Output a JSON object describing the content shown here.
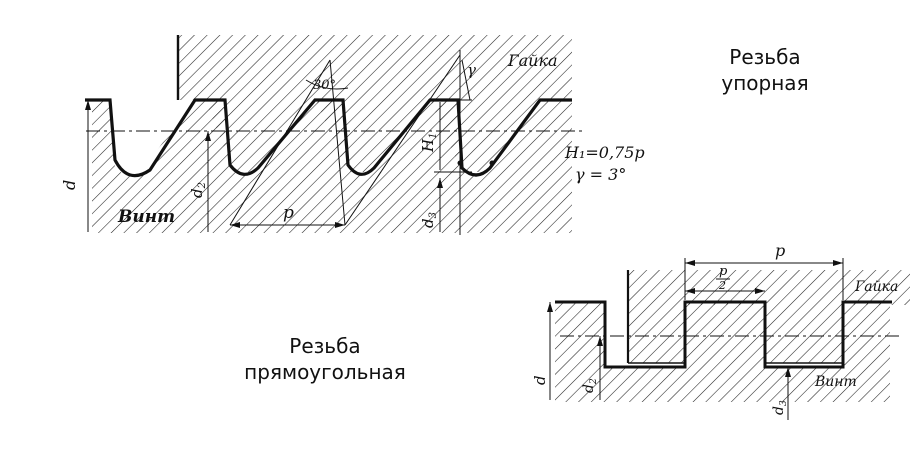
{
  "captions": {
    "buttress_line1": "Резьба",
    "buttress_line2": "упорная",
    "square_line1": "Резьба",
    "square_line2": "прямоугольная"
  },
  "buttress": {
    "nut_label": "Гайка",
    "screw_label": "Винт",
    "angle_label": "30°",
    "gamma_label": "γ",
    "h1_label": "H",
    "h1_sub": "1",
    "formula_h1": "H₁=0,75p",
    "formula_gamma": "γ = 3°",
    "d_label": "d",
    "d2_label": "d",
    "d2_sub": "2",
    "d3_label": "d",
    "d3_sub": "3",
    "p_label": "p"
  },
  "square": {
    "nut_label": "Гайка",
    "screw_label": "Винт",
    "p_label": "p",
    "half_p_num": "p",
    "half_p_den": "2",
    "d_label": "d",
    "d2_label": "d",
    "d2_sub": "2",
    "d3_label": "d",
    "d3_sub": "3"
  },
  "colors": {
    "ink": "#111111",
    "hatch": "#222222",
    "paper": "#ffffff"
  }
}
